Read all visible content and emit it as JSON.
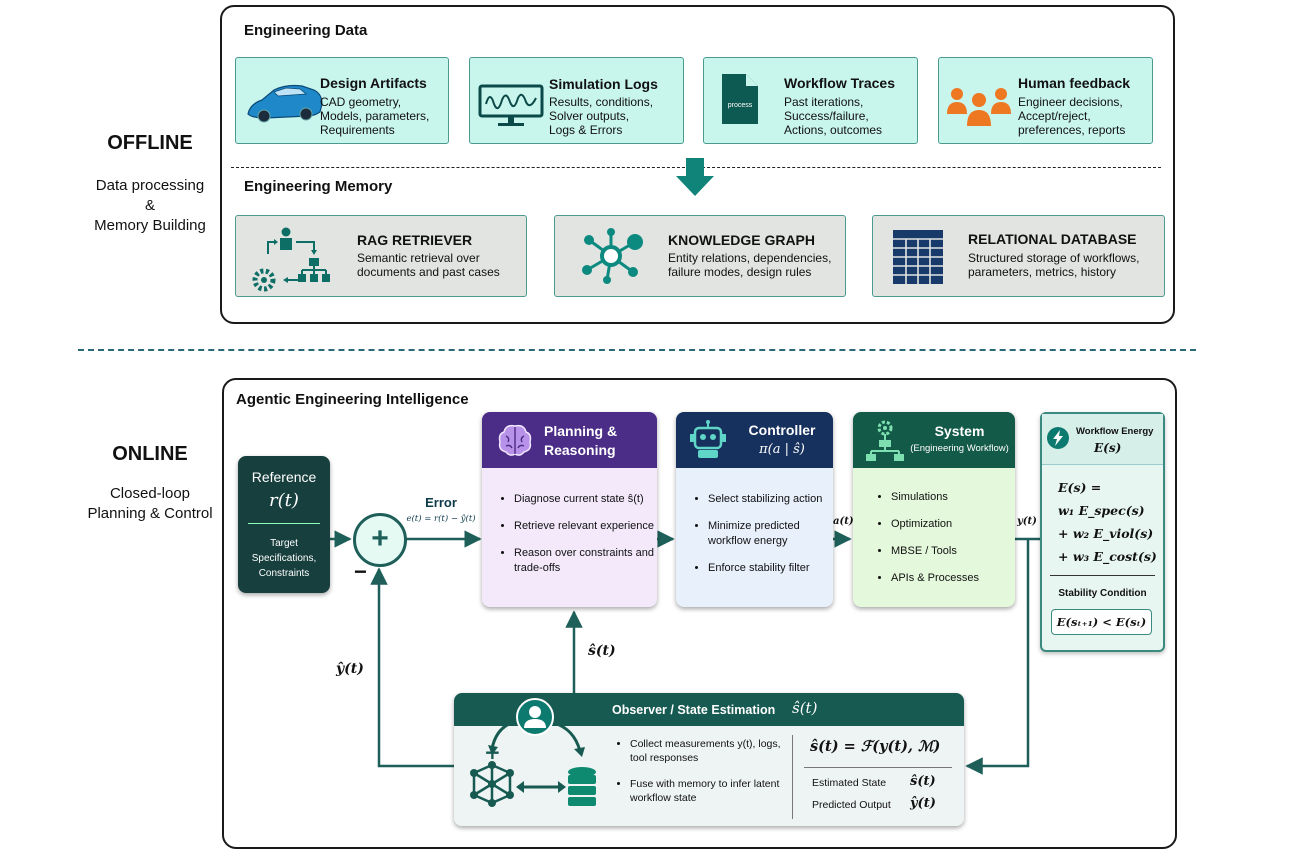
{
  "offline": {
    "mode_title": "OFFLINE",
    "mode_subtitle": [
      "Data processing",
      "&",
      "Memory Building"
    ],
    "engineering_data_title": "Engineering Data",
    "cards": [
      {
        "title": "Design Artifacts",
        "desc": [
          "CAD geometry,",
          "Models, parameters,",
          "Requirements"
        ],
        "icon": "car-icon"
      },
      {
        "title": "Simulation Logs",
        "desc": [
          "Results, conditions,",
          "Solver outputs,",
          "Logs & Errors"
        ],
        "icon": "monitor-signal-icon"
      },
      {
        "title": "Workflow Traces",
        "desc": [
          "Past iterations,",
          "Success/failure,",
          "Actions, outcomes"
        ],
        "icon": "document-icon",
        "icon_text": "process"
      },
      {
        "title": "Human feedback",
        "desc": [
          "Engineer decisions,",
          "Accept/reject,",
          "preferences, reports"
        ],
        "icon": "people-group-icon"
      }
    ],
    "engineering_memory_title": "Engineering Memory",
    "memory": [
      {
        "title": "RAG RETRIEVER",
        "desc": [
          "Semantic retrieval over",
          "documents and past cases"
        ],
        "icon": "retriever-icon"
      },
      {
        "title": "KNOWLEDGE GRAPH",
        "desc": [
          "Entity relations, dependencies,",
          "failure modes, design rules"
        ],
        "icon": "graph-nodes-icon"
      },
      {
        "title": "RELATIONAL DATABASE",
        "desc": [
          "Structured storage of workflows,",
          "parameters, metrics, history"
        ],
        "icon": "table-icon"
      }
    ]
  },
  "online": {
    "mode_title": "ONLINE",
    "mode_subtitle": [
      "Closed-loop",
      "Planning & Control"
    ],
    "panel_title": "Agentic Engineering Intelligence",
    "reference": {
      "title": "Reference",
      "symbol": "r(t)",
      "desc": [
        "Target",
        "Specifications,",
        "Constraints"
      ]
    },
    "summing": {
      "plus": "+",
      "minus": "−"
    },
    "error": {
      "label": "Error",
      "formula": "e(t) = r(t) − ŷ(t)"
    },
    "planning": {
      "title": [
        "Planning &",
        "Reasoning"
      ],
      "bullets": [
        "Diagnose current state ŝ(t)",
        "Retrieve relevant experience",
        "Reason over constraints and trade-offs"
      ],
      "icon": "brain-icon"
    },
    "controller": {
      "title": "Controller",
      "formula": "π(a | ŝ)",
      "bullets": [
        "Select stabilizing action",
        "Minimize predicted workflow energy",
        "Enforce stability filter"
      ],
      "icon": "robot-icon"
    },
    "system": {
      "title": "System",
      "subtitle": "(Engineering Workflow)",
      "bullets": [
        "Simulations",
        "Optimization",
        "MBSE / Tools",
        "APIs & Processes"
      ],
      "icon": "gear-network-icon"
    },
    "signals": {
      "a": "a(t)",
      "y": "y(t)",
      "s_hat": "ŝ(t)",
      "y_hat": "ŷ(t)"
    },
    "energy": {
      "title": "Workflow Energy",
      "symbol": "E(s)",
      "eq_lines": [
        "E(s) =",
        "w₁ E_spec(s)",
        "+ w₂ E_viol(s)",
        "+ w₃ E_cost(s)"
      ],
      "stability_title": "Stability Condition",
      "stability_eq": "E(sₜ₊₁) < E(sₜ)",
      "icon": "lightning-icon"
    },
    "observer": {
      "title": "Observer / State Estimation",
      "symbol": "ŝ(t)",
      "bullets": [
        "Collect measurements y(t), logs, tool responses",
        "Fuse with memory to infer latent workflow state"
      ],
      "equation": "ŝ(t) = ℱ(y(t), ℳ)",
      "rows": [
        {
          "label": "Estimated State",
          "symbol": "ŝ(t)"
        },
        {
          "label": "Predicted Output",
          "symbol": "ŷ(t)"
        }
      ]
    }
  }
}
